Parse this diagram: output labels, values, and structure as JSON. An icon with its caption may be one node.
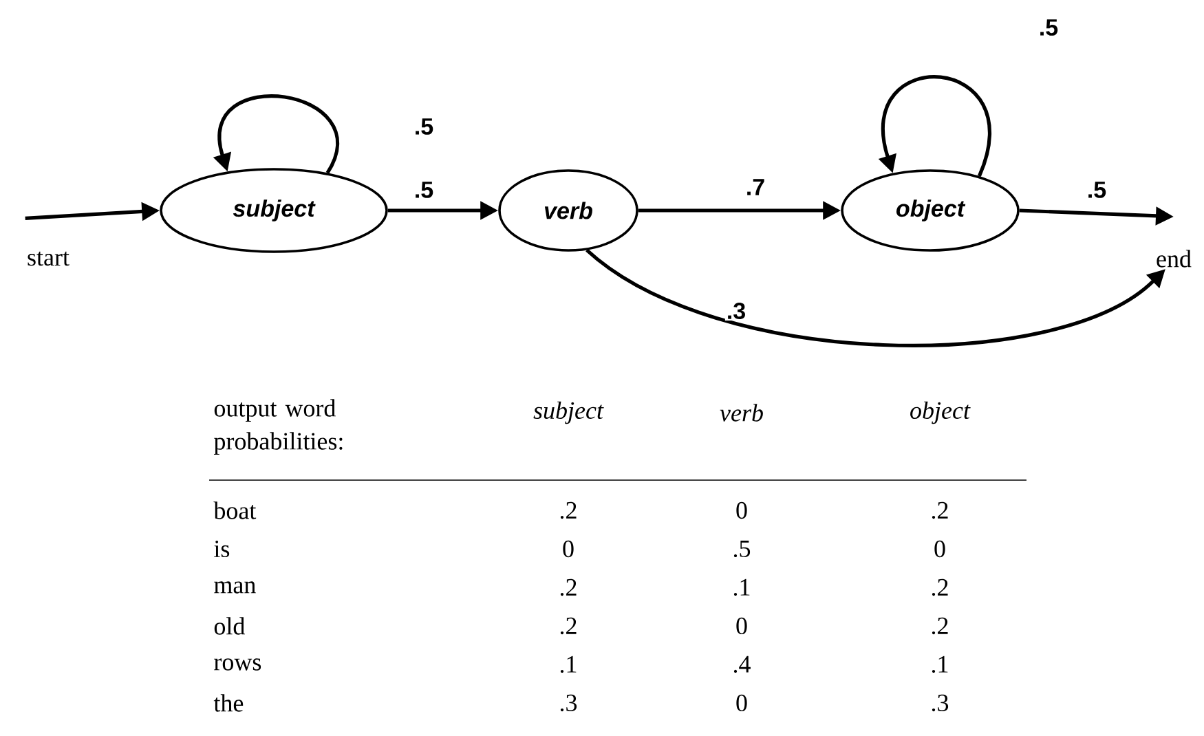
{
  "diagram": {
    "nodes": [
      {
        "text": [
          "subject"
        ]
      },
      {
        "text": [
          "verb"
        ]
      },
      {
        "text": [
          "object"
        ]
      },
      {
        "text": [
          "start"
        ]
      },
      {
        "text": [
          "end"
        ]
      }
    ],
    "edges": [
      {
        "from": 3,
        "to": 0,
        "arrow": "to"
      },
      {
        "from": 0,
        "to": 0,
        "arrow": "to",
        "label": ".5"
      },
      {
        "from": 0,
        "to": 1,
        "arrow": "to",
        "label": ".5"
      },
      {
        "from": 1,
        "to": 2,
        "arrow": "to",
        "label": ".7"
      },
      {
        "from": 2,
        "to": 2,
        "arrow": "to",
        "label": ".5"
      },
      {
        "from": 2,
        "to": 4,
        "arrow": "to",
        "label": ".5"
      },
      {
        "from": 1,
        "to": 4,
        "arrow": "to",
        "label": ".3"
      }
    ],
    "labels": [
      "output word probabilities:",
      "subject",
      "verb",
      "object",
      "boat",
      ".2",
      "0",
      ".2",
      "is",
      "0",
      ".5",
      "0",
      "man",
      ".2",
      ".1",
      ".2",
      "old",
      ".2",
      "0",
      ".2",
      "rows",
      ".1",
      ".4",
      ".1",
      "the",
      ".3",
      "0",
      ".3"
    ]
  }
}
